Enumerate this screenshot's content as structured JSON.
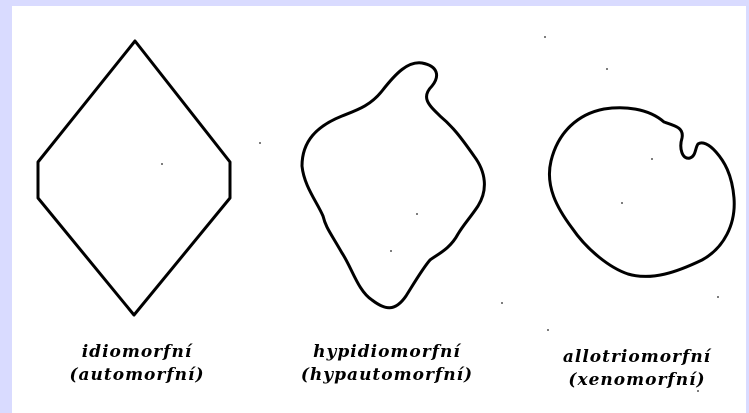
{
  "figure": {
    "items": [
      {
        "shape": "diamond",
        "label_line1": "idiomorfní",
        "label_line2": "(automorfní)"
      },
      {
        "shape": "wavy-diamond",
        "label_line1": "hypidiomorfní",
        "label_line2": "(hypautomorfní)"
      },
      {
        "shape": "irregular-round",
        "label_line1": "allotriomorfní",
        "label_line2": "(xenomorfní)"
      }
    ],
    "colors": {
      "background": "#ffffff",
      "border": "#d9dbff",
      "ink": "#000000"
    }
  }
}
